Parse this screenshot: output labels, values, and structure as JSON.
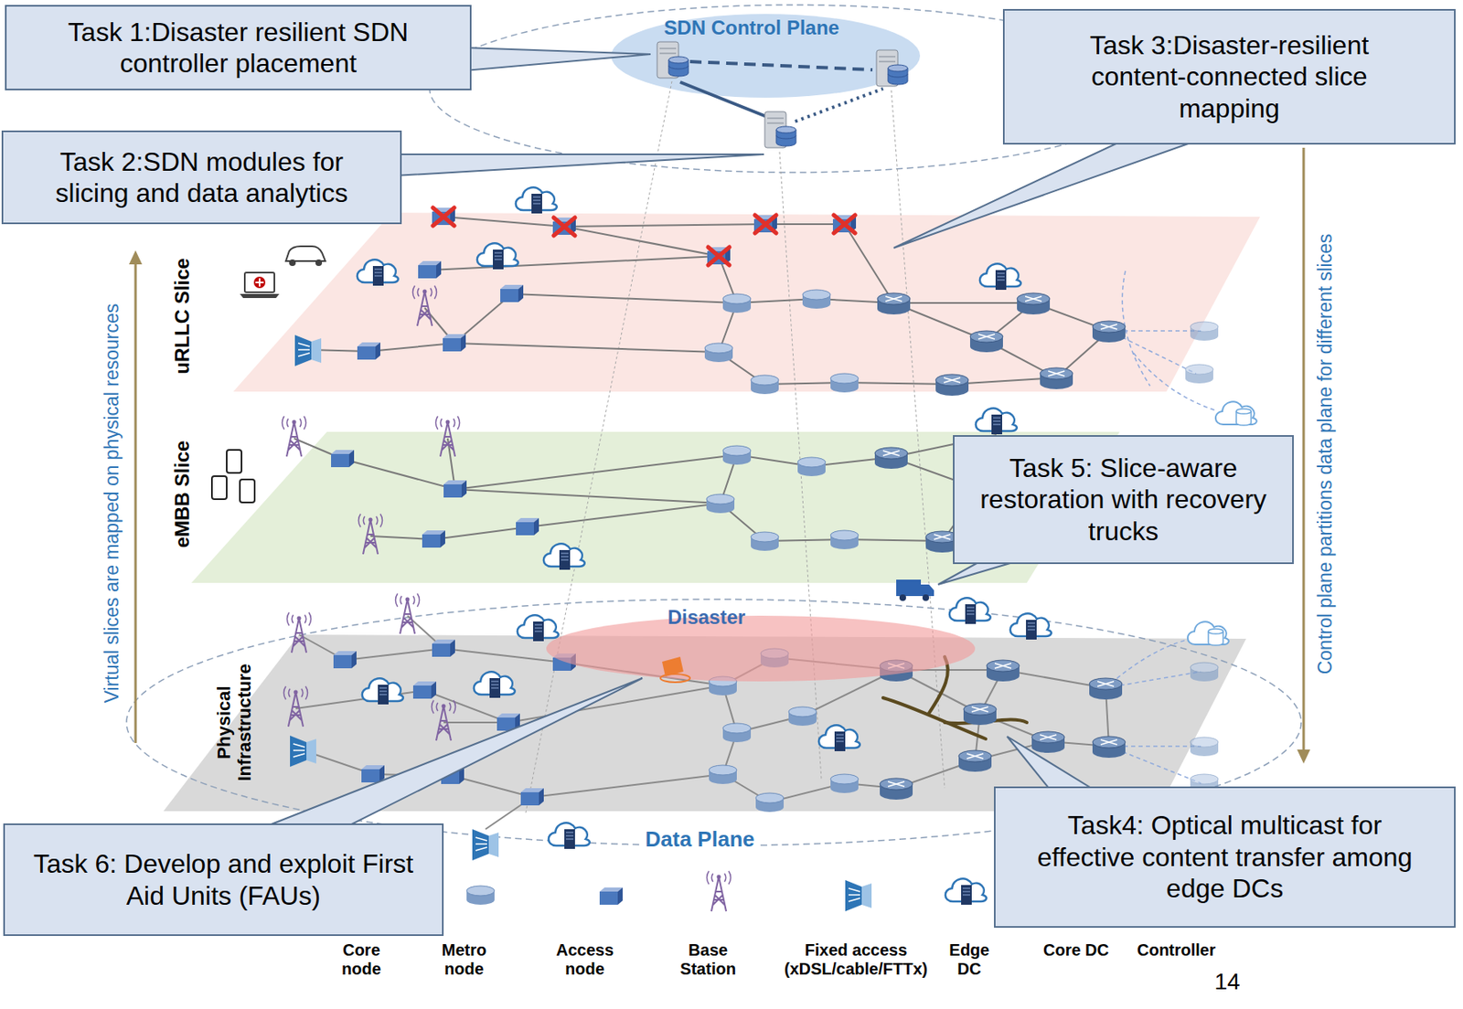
{
  "diagram": {
    "nodes": [
      {
        "text": [
          "Task 1:Disaster resilient SDN controller placement"
        ]
      },
      {
        "text": [
          "Task 3:Disaster-resilient content-connected slice mapping"
        ]
      },
      {
        "text": [
          "Task 2:SDN modules for slicing and data analytics"
        ]
      },
      {
        "text": [
          "Task 5: Slice-aware restoration with recovery trucks"
        ]
      },
      {
        "text": [
          "Task4: Optical multicast for effective content transfer among edge DCs"
        ]
      },
      {
        "text": [
          "Task 6: Develop and exploit First Aid Units (FAUs)"
        ]
      }
    ],
    "labels": [
      "SDN Control Plane",
      "uRLLC Slice",
      "Virtual slices are mapped on physical resources",
      "Control plane partitions data plane for different slices",
      "eMBB Slice",
      "Disaster",
      "Physical Infrastructure",
      "Data Plane",
      "14"
    ],
    "legend": [
      {
        "text": "Core node"
      },
      {
        "text": "Metro node"
      },
      {
        "text": "Access node"
      },
      {
        "text": "Base Station"
      },
      {
        "text": "Fixed access (xDSL/cable/FTTx)"
      },
      {
        "text": "Edge DC"
      },
      {
        "text": "Core DC"
      },
      {
        "text": "Controller"
      }
    ]
  }
}
